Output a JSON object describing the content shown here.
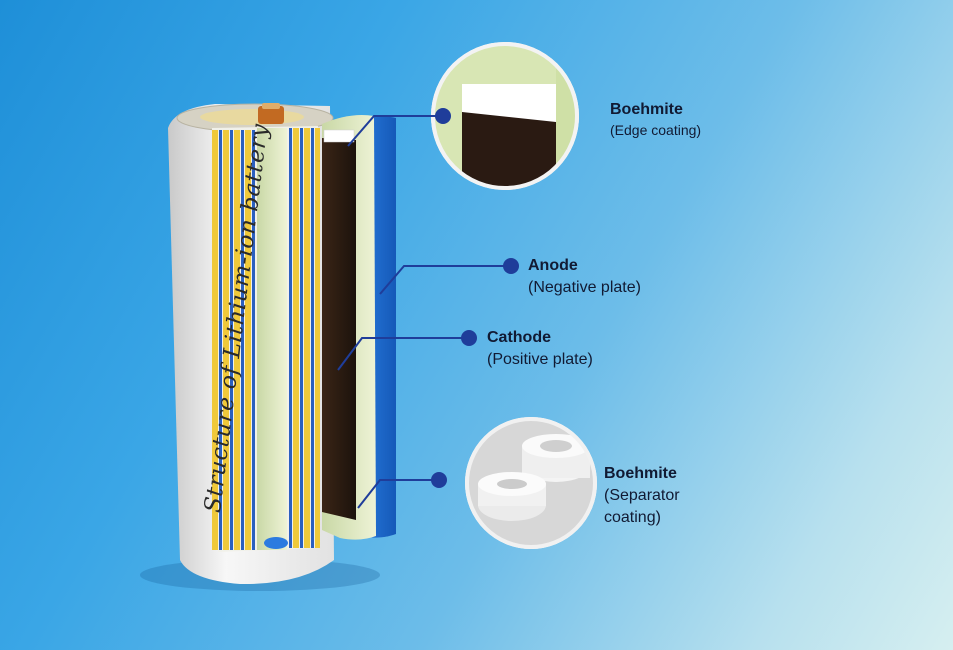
{
  "battery": {
    "title": "Structure of Lithium-ion battery"
  },
  "callouts": [
    {
      "title": "Boehmite",
      "subtitle": "(Edge coating)"
    },
    {
      "title": "Anode",
      "subtitle": "(Negative plate)"
    },
    {
      "title": "Cathode",
      "subtitle": "(Positive plate)"
    },
    {
      "title": "Boehmite",
      "subtitle_line1": "(Separator",
      "subtitle_line2": "coating)"
    }
  ],
  "colors": {
    "leader": "#1f3d9a",
    "dot": "#1f3d9a",
    "cathode": "#2a1a12",
    "separator": "#dfe9c4",
    "anode": "#1f6fd0",
    "foil": "#e9c23a",
    "text": "#111a33"
  }
}
